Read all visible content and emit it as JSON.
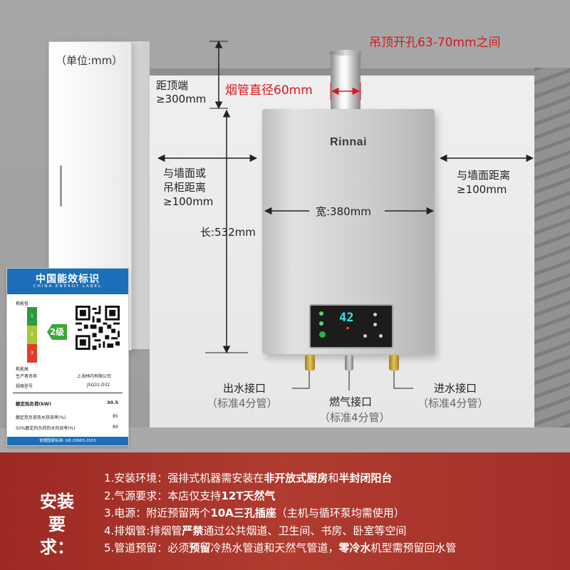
{
  "diagram": {
    "unit_label": "（单位:mm）",
    "ceiling_hole": "吊顶开孔63-70mm之间",
    "pipe_diameter": "烟管直径60mm",
    "top_clearance_line1": "距顶端",
    "top_clearance_line2": "≥300mm",
    "left_clearance_line1": "与墙面或",
    "left_clearance_line2": "吊柜距离",
    "left_clearance_line3": "≥100mm",
    "right_clearance_line1": "与墙面距离",
    "right_clearance_line2": "≥100mm",
    "width_label": "宽:380mm",
    "height_label": "长:532mm",
    "brand": "Rinnai",
    "display_temp": "42",
    "water_out_title": "出水接口",
    "water_out_spec": "（标准4分管）",
    "gas_title": "燃气接口",
    "gas_spec": "（标准4分管）",
    "water_in_title": "进水接口",
    "water_in_spec": "（标准4分管）"
  },
  "energy_label": {
    "title": "中国能效标识",
    "subtitle": "CHINA ENERGY LABEL",
    "low_text": "耗能低",
    "high_text": "耗能高",
    "grade": "2级",
    "levels": [
      "1",
      "2",
      "3"
    ],
    "manufacturer_key": "生产者名称",
    "manufacturer_val": "上海林内有限公司",
    "model_key": "规格型号",
    "model_val": "JSQ31-D32",
    "rated_load_key": "额定热负荷(kW)",
    "rated_load_val": "30.5",
    "eff1_key": "额定热负荷热水热效率(%)",
    "eff1_val": "85",
    "eff2_key": "50%额定热负荷热水热效率(%)",
    "eff2_val": "89",
    "footer": "依据国家标准: GB 20665-2015"
  },
  "requirements": {
    "title_line1": "安装",
    "title_line2": "要求：",
    "items": [
      {
        "parts": [
          {
            "text": "1.安装环境：强排式机器需安装在",
            "bold": false
          },
          {
            "text": "非开放式厨房",
            "bold": true
          },
          {
            "text": "和",
            "bold": false
          },
          {
            "text": "半封闭阳台",
            "bold": true
          }
        ]
      },
      {
        "parts": [
          {
            "text": "2.气源要求：本店仅支持",
            "bold": false
          },
          {
            "text": "12T天然气",
            "bold": true
          }
        ]
      },
      {
        "parts": [
          {
            "text": "3.电源：附近预留两个",
            "bold": false
          },
          {
            "text": "10A三孔插座",
            "bold": true
          },
          {
            "text": "（主机与循环泵均需使用）",
            "bold": false
          }
        ]
      },
      {
        "parts": [
          {
            "text": "4.排烟管:排烟管",
            "bold": false
          },
          {
            "text": "严禁",
            "bold": true
          },
          {
            "text": "通过公共烟道、卫生间、书房、卧室等空间",
            "bold": false
          }
        ]
      },
      {
        "parts": [
          {
            "text": "5.管道预留：必须",
            "bold": false
          },
          {
            "text": "预留",
            "bold": true
          },
          {
            "text": "冷热水管道和天然气管道，",
            "bold": false
          },
          {
            "text": "零冷水",
            "bold": true
          },
          {
            "text": "机型需预留回水管",
            "bold": false
          }
        ]
      }
    ]
  },
  "colors": {
    "accent_red": "#d7191f",
    "label_blue": "#1c6fb8",
    "bottom_band": "#a8342b"
  }
}
